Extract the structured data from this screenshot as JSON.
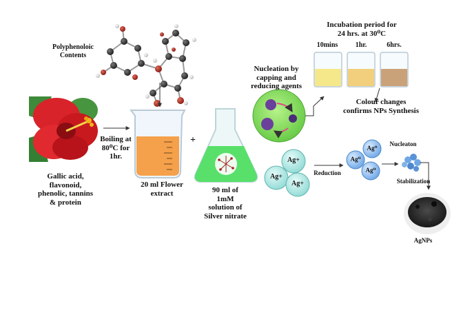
{
  "labels": {
    "polyphenolic": "Polyphenoloic\nContents",
    "ingredients": "Gallic acid,\nflavonoid,\nphenolic, tannins\n& protein",
    "boiling": "Boiling at\n80⁰C for\n1hr.",
    "flower_extract": "20 ml Flower\nextract",
    "plus": "+",
    "silver_nitrate": "90 ml of\n1mM\nsolution of\nSilver nitrate",
    "nucleation": "Nucleation by\ncapping and\nreducing agents",
    "incubation": "Incubation period for\n24 hrs. at 30⁰C",
    "t1": "10mins",
    "t2": "1hr.",
    "t3": "6hrs.",
    "colour_changes": "Colour changes\nconfirms NPs Synthesis",
    "reduction": "Reduction",
    "nucleaton": "Nucleaton",
    "stabilization": "Stabilization",
    "agnps": "AgNPs",
    "ag_ion": "Ag+",
    "ag_zero": "Ag⁰"
  },
  "colors": {
    "flower": "#d8232a",
    "extract": "#f5a04a",
    "flask_liquid": "#58e06a",
    "beaker1": "#f4e88a",
    "beaker2": "#f1cf7c",
    "beaker3": "#caa27a",
    "ion": "#b7ecea",
    "sphere_blue": "#6fa7e6",
    "powder": "#2a2a2a"
  }
}
